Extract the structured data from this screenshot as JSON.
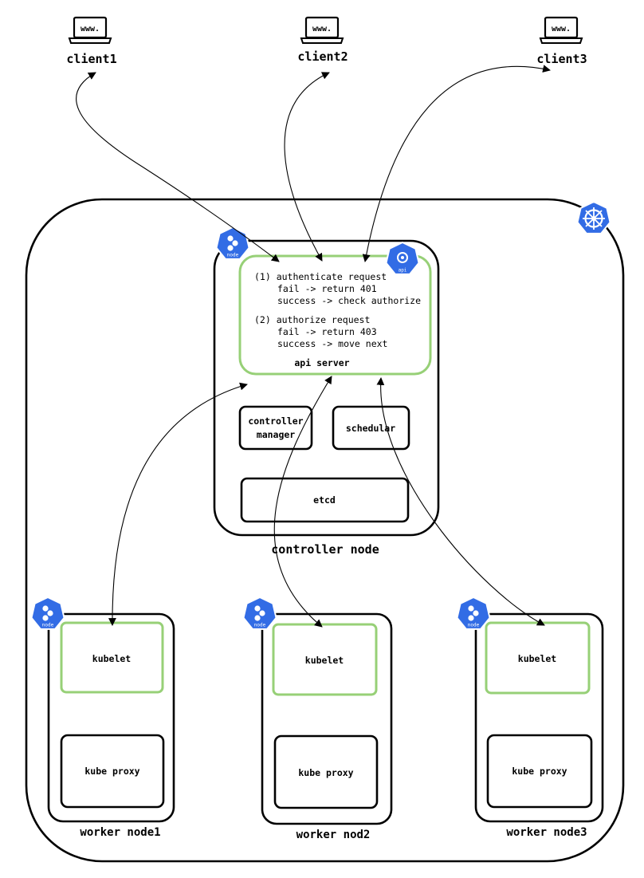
{
  "clients": [
    {
      "label": "client1",
      "icon": "laptop-icon",
      "screen_text": "www."
    },
    {
      "label": "client2",
      "icon": "laptop-icon",
      "screen_text": "www."
    },
    {
      "label": "client3",
      "icon": "laptop-icon",
      "screen_text": "www."
    }
  ],
  "cluster": {
    "icon": "kubernetes-wheel-icon"
  },
  "controller": {
    "label": "controller node",
    "badge_text": "node",
    "api_server": {
      "badge_text": "api",
      "step1": "(1) authenticate request",
      "step1_fail": "fail -> return 401",
      "step1_success": "success -> check authorize",
      "step2": "(2) authorize request",
      "step2_fail": "fail -> return 403",
      "step2_success": "success -> move next",
      "label": "api server"
    },
    "controller_manager": {
      "line1": "controller",
      "line2": "manager"
    },
    "schedular": "schedular",
    "etcd": "etcd"
  },
  "workers": [
    {
      "label": "worker node1",
      "badge_text": "node",
      "kubelet": "kubelet",
      "kube_proxy": "kube proxy"
    },
    {
      "label": "worker nod2",
      "badge_text": "node",
      "kubelet": "kubelet",
      "kube_proxy": "kube proxy"
    },
    {
      "label": "worker node3",
      "badge_text": "node",
      "kubelet": "kubelet",
      "kube_proxy": "kube proxy"
    }
  ],
  "colors": {
    "k8s_blue": "#326ce5",
    "kubelet_green": "#97d077",
    "stroke": "#000000"
  }
}
